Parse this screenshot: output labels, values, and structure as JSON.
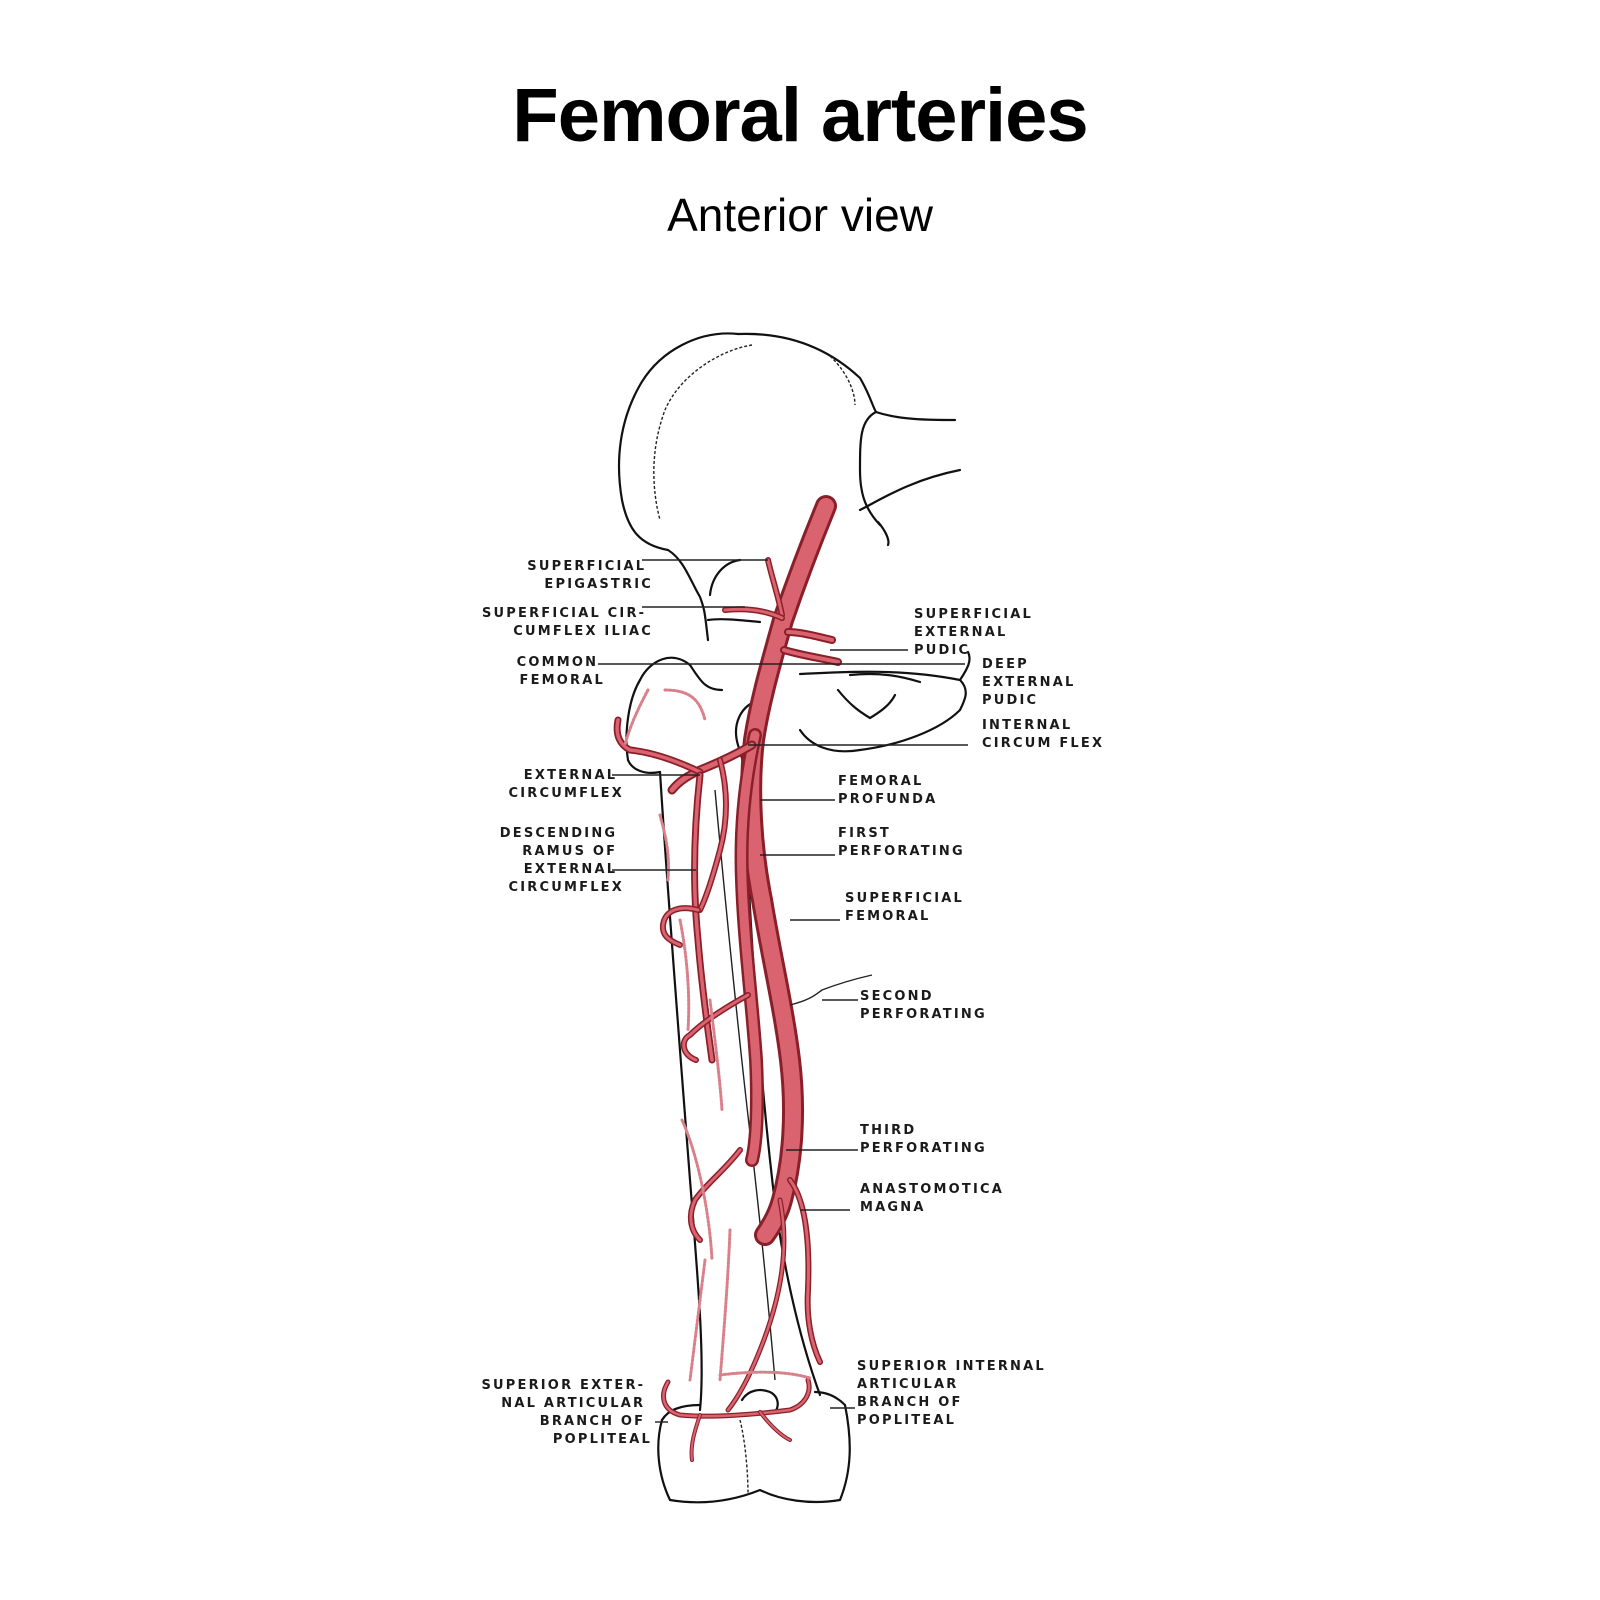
{
  "header": {
    "title": "Femoral arteries",
    "subtitle": "Anterior view"
  },
  "colors": {
    "artery_fill": "#d9646f",
    "artery_edge": "#8a1f2a",
    "bone_outline": "#111111",
    "label_text": "#1a1a1a",
    "background": "#ffffff"
  },
  "labels": {
    "left": [
      {
        "id": "superficial-epigastric",
        "lines": [
          "SUPERFICIAL",
          "EPIGASTRIC"
        ]
      },
      {
        "id": "superficial-circumflex-iliac",
        "lines": [
          "SUPERFICIAL CIR-",
          "CUMFLEX ILIAC"
        ]
      },
      {
        "id": "common-femoral",
        "lines": [
          "COMMON",
          "FEMORAL"
        ]
      },
      {
        "id": "external-circumflex",
        "lines": [
          "EXTERNAL",
          "CIRCUMFLEX"
        ]
      },
      {
        "id": "descending-ramus",
        "lines": [
          "DESCENDING",
          "RAMUS OF",
          "EXTERNAL",
          "CIRCUMFLEX"
        ]
      },
      {
        "id": "superior-external-articular",
        "lines": [
          "SUPERIOR EXTER-",
          "NAL ARTICULAR",
          "BRANCH OF",
          "POPLITEAL"
        ]
      }
    ],
    "right": [
      {
        "id": "superficial-external-pudic",
        "lines": [
          "SUPERFICIAL",
          "EXTERNAL",
          "PUDIC"
        ]
      },
      {
        "id": "deep-external-pudic",
        "lines": [
          "DEEP",
          "EXTERNAL",
          "PUDIC"
        ]
      },
      {
        "id": "internal-circumflex",
        "lines": [
          "INTERNAL",
          "CIRCUM FLEX"
        ]
      },
      {
        "id": "femoral-profunda",
        "lines": [
          "FEMORAL",
          "PROFUNDA"
        ]
      },
      {
        "id": "first-perforating",
        "lines": [
          "FIRST",
          "PERFORATING"
        ]
      },
      {
        "id": "superficial-femoral",
        "lines": [
          "SUPERFICIAL",
          "FEMORAL"
        ]
      },
      {
        "id": "second-perforating",
        "lines": [
          "SECOND",
          "PERFORATING"
        ]
      },
      {
        "id": "third-perforating",
        "lines": [
          "THIRD",
          "PERFORATING"
        ]
      },
      {
        "id": "anastomotica-magna",
        "lines": [
          "ANASTOMOTICA",
          "MAGNA"
        ]
      },
      {
        "id": "superior-internal-articular",
        "lines": [
          "SUPERIOR INTERNAL",
          "ARTICULAR",
          "BRANCH OF",
          "POPLITEAL"
        ]
      }
    ]
  }
}
